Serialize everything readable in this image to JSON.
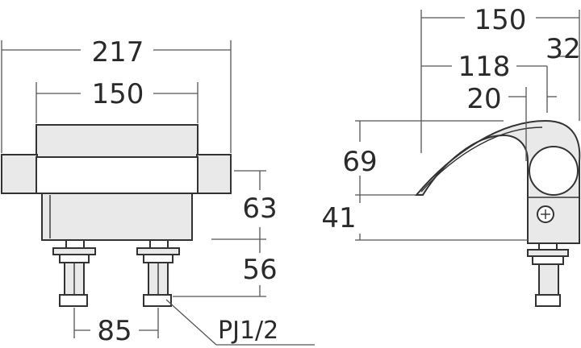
{
  "front_view": {
    "overall_width": "217",
    "body_width": "150",
    "height_upper": "63",
    "height_lower": "56",
    "inlet_spacing": "85",
    "thread_label": "PJ1/2"
  },
  "side_view": {
    "reach": "150",
    "reach_to_inlet": "118",
    "body_depth": "32",
    "inlet_offset": "20",
    "spout_height": "69",
    "spout_base_height": "41"
  }
}
